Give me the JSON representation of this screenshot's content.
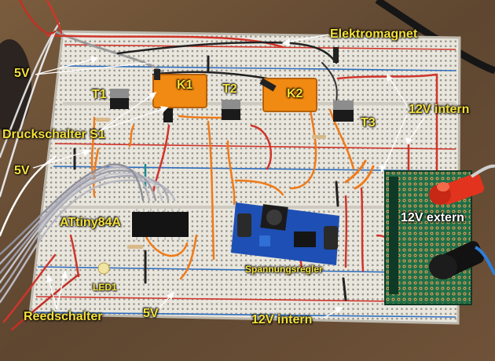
{
  "labels": {
    "elektromagnet": "Elektromagnet",
    "v5_top": "5V",
    "k1": "K1",
    "k2": "K2",
    "t1": "T1",
    "t2": "T2",
    "t3": "T3",
    "druckschalter": "Druckschalter S1",
    "v12_intern_top": "12V intern",
    "v5_mid": "5V",
    "attiny": "ATtiny84A",
    "v12_extern": "12V extern",
    "spannungsregler": "Spannungsregler",
    "led": "LED1",
    "reedschalter": "Reedschalter",
    "v5_bottom": "5V",
    "v12_intern_bottom": "12V intern"
  },
  "colors": {
    "label_yellow": "#f5e13a",
    "breadboard": "#e9e6dd",
    "wood": "#6b5238",
    "rail_red": "#d0352b",
    "rail_blue": "#2f6fc0",
    "relay_orange": "#f08a12",
    "regulator_blue": "#1e4fb4",
    "perfboard_green": "#1f6e48"
  }
}
